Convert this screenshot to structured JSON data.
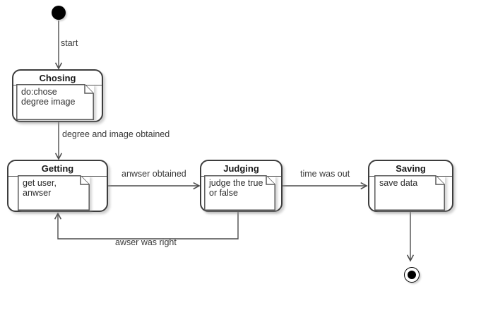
{
  "diagram": {
    "type": "uml-state-diagram",
    "colors": {
      "background": "#ffffff",
      "state_stroke": "#3d3d3d",
      "note_stroke": "#5a5a5a",
      "connector": "#4c4c4c",
      "text": "#2e2e2e"
    }
  },
  "states": [
    {
      "id": "chosing",
      "title": "Chosing",
      "note_lines": [
        "do:chose",
        "degree image"
      ]
    },
    {
      "id": "getting",
      "title": "Getting",
      "note_lines": [
        "get user,",
        "anwser"
      ]
    },
    {
      "id": "judging",
      "title": "Judging",
      "note_lines": [
        "judge the true",
        "or false"
      ]
    },
    {
      "id": "saving",
      "title": "Saving",
      "note_lines": [
        "save data",
        ""
      ]
    }
  ],
  "transitions": [
    {
      "from": "initial",
      "to": "chosing",
      "label": "start"
    },
    {
      "from": "chosing",
      "to": "getting",
      "label": "degree and image obtained"
    },
    {
      "from": "getting",
      "to": "judging",
      "label": "anwser obtained"
    },
    {
      "from": "judging",
      "to": "saving",
      "label": "time was out"
    },
    {
      "from": "judging",
      "to": "getting",
      "label": "awser was right"
    },
    {
      "from": "saving",
      "to": "final",
      "label": ""
    }
  ]
}
